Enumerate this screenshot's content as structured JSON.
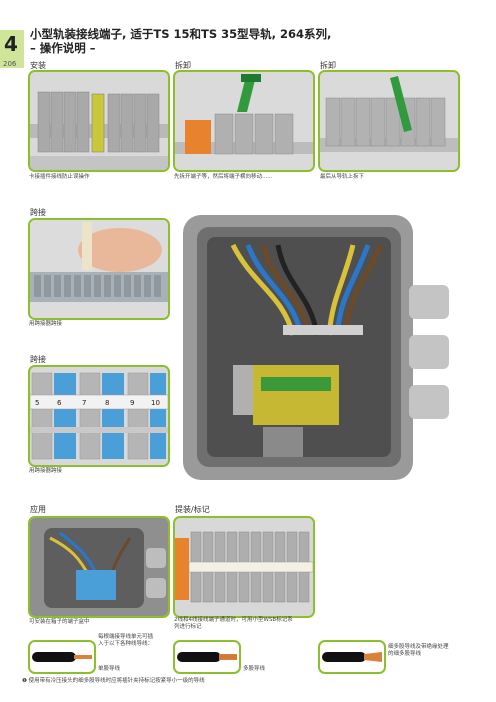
{
  "header": {
    "chapter": "4",
    "page": "206",
    "title_line1": "小型轨装接线端子, 适于TS 15和TS 35型导轨, 264系列,",
    "title_line2": "– 操作说明 –"
  },
  "sections": {
    "install": {
      "label": "安装",
      "caption": "卡接插件接线防止误操作"
    },
    "remove1": {
      "label": "拆卸",
      "caption": "先拆开端子等，然后将端子横向移动......"
    },
    "remove2": {
      "label": "拆卸",
      "caption": "最后从导轨上拆下"
    },
    "jumper1": {
      "label": "跨接",
      "caption": "用跨接器跨接"
    },
    "jumper2": {
      "label": "跨接",
      "caption": "用跨接器跨接",
      "marker_numbers": [
        "5",
        "6",
        "7",
        "8",
        "9",
        "10"
      ]
    },
    "apply": {
      "label": "应用",
      "caption": "可安装在箱子的端子盒中"
    },
    "marking": {
      "label": "提装/标记",
      "caption_line1": "2线和4线接线端子通道时，可用小型WSB标记系",
      "caption_line2": "列进行标记"
    }
  },
  "wires": {
    "intro_line1": "每根端接导线单元可插",
    "intro_line2": "入于以下各种线导线：",
    "solid": "单股导线",
    "stranded": "多股导线",
    "fine_line1": "细多股导线及带绝缘处理",
    "fine_line2": "的细多股导线",
    "footnote": "❶ 使用带有冷压接头的细多股导线时应将插针夹持标记按紧导小一级的导线"
  },
  "colors": {
    "accent": "#8bbf2c",
    "tab": "#cfe59a",
    "copper": "#d9823a"
  }
}
